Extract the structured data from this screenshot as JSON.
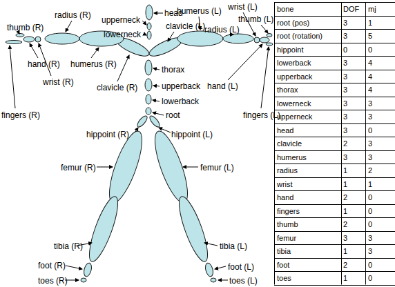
{
  "diagram": {
    "labels": [
      "head",
      "upperneck",
      "lowerneck",
      "thumb (R)",
      "radius (R)",
      "humerus (L)",
      "wrist (L)",
      "radius (L)",
      "thumb (L)",
      "clavicle (L)",
      "humerus (R)",
      "hand (R)",
      "wrist (R)",
      "clavicle (R)",
      "thorax",
      "upperback",
      "lowerback",
      "root",
      "fingers (R)",
      "hand (L)",
      "fingers (L)",
      "hippoint (R)",
      "hippoint (L)",
      "femur (R)",
      "femur (L)",
      "tibia (R)",
      "tibia (L)",
      "foot (R)",
      "foot (L)",
      "toes (R)",
      "toes (L)",
      "bone",
      "DOF",
      "mj",
      "root (pos)",
      "3",
      "1",
      "root (rotation)",
      "3",
      "5",
      "hippoint",
      "0",
      "0",
      "lowerback",
      "3",
      "4",
      "upperback",
      "3",
      "4",
      "thorax",
      "3",
      "4",
      "lowerneck",
      "3",
      "3",
      "upperneck",
      "3",
      "3",
      "head",
      "3",
      "0",
      "clavicle",
      "2",
      "3",
      "humerus",
      "3",
      "3",
      "radius",
      "1",
      "2",
      "wrist",
      "1",
      "1",
      "hand",
      "2",
      "0",
      "fingers",
      "1",
      "0",
      "thumb",
      "2",
      "0",
      "femur",
      "3",
      "3",
      "tibia",
      "1",
      "3",
      "foot",
      "2",
      "0",
      "toes",
      "1",
      "0"
    ]
  }
}
